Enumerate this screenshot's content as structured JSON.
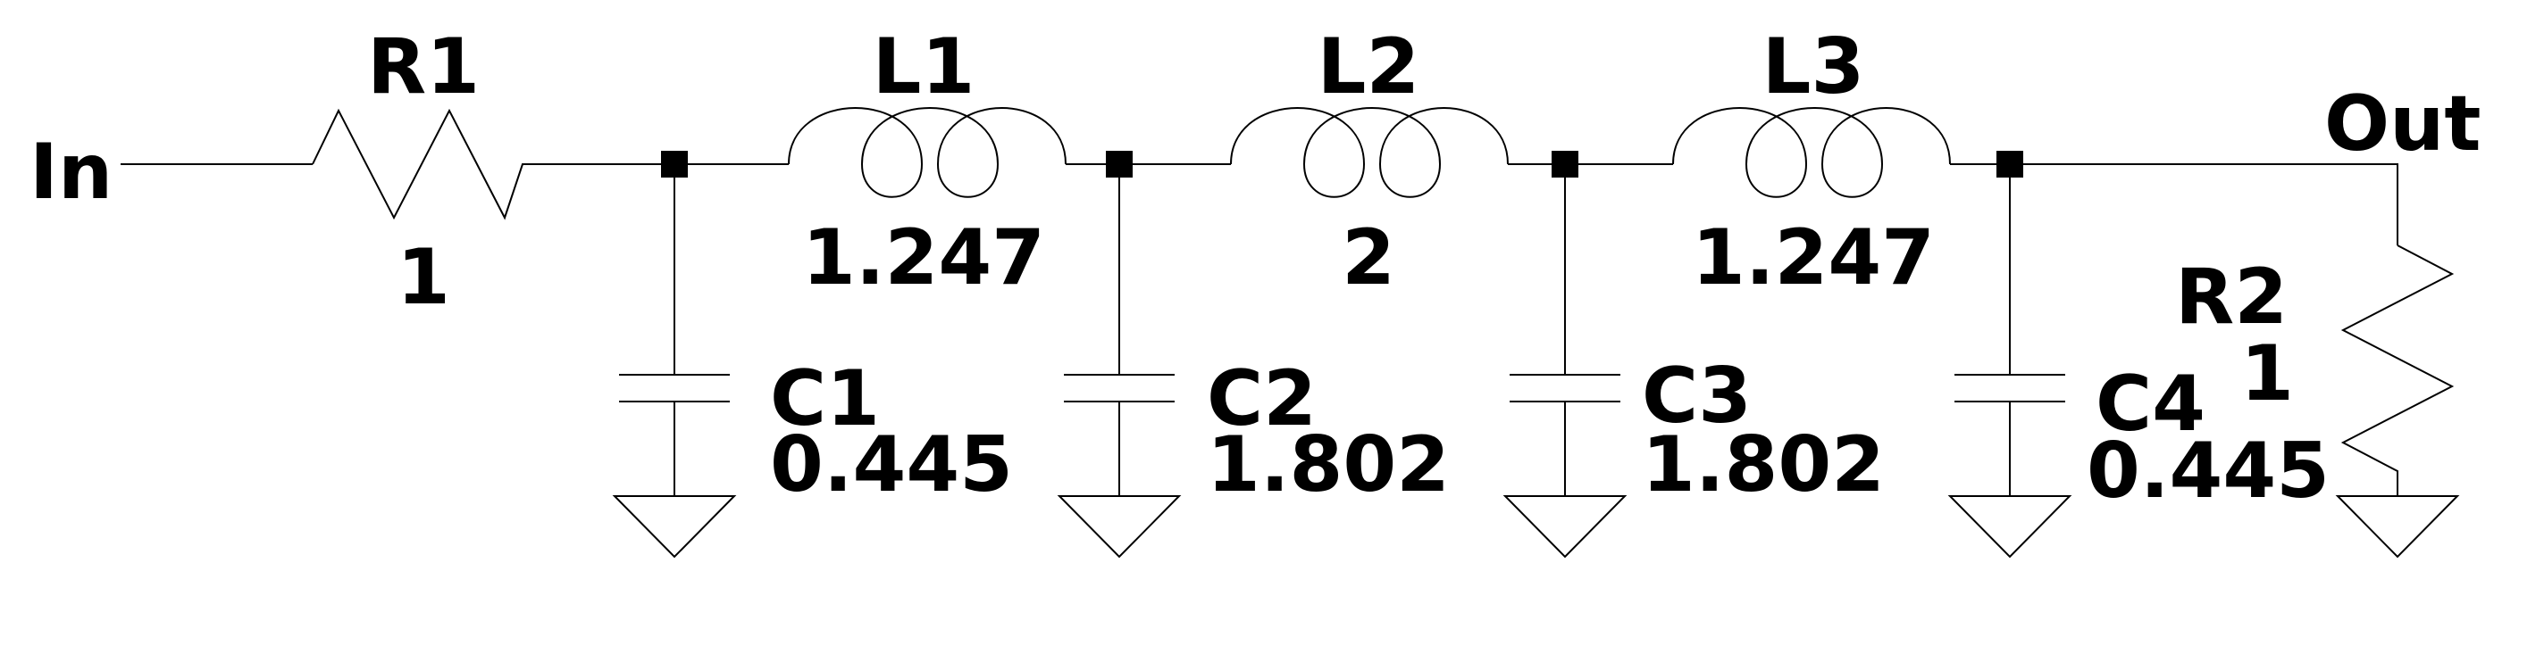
{
  "colors": {
    "wire": "#000000",
    "background": "#ffffff"
  },
  "ports": {
    "input": "In",
    "output": "Out"
  },
  "components": {
    "R1": {
      "name": "R1",
      "value": "1"
    },
    "L1": {
      "name": "L1",
      "value": "1.247"
    },
    "L2": {
      "name": "L2",
      "value": "2"
    },
    "L3": {
      "name": "L3",
      "value": "1.247"
    },
    "C1": {
      "name": "C1",
      "value": "0.445"
    },
    "C2": {
      "name": "C2",
      "value": "1.802"
    },
    "C3": {
      "name": "C3",
      "value": "1.802"
    },
    "C4": {
      "name": "C4",
      "value": "0.445"
    },
    "R2": {
      "name": "R2",
      "value": "1"
    }
  }
}
